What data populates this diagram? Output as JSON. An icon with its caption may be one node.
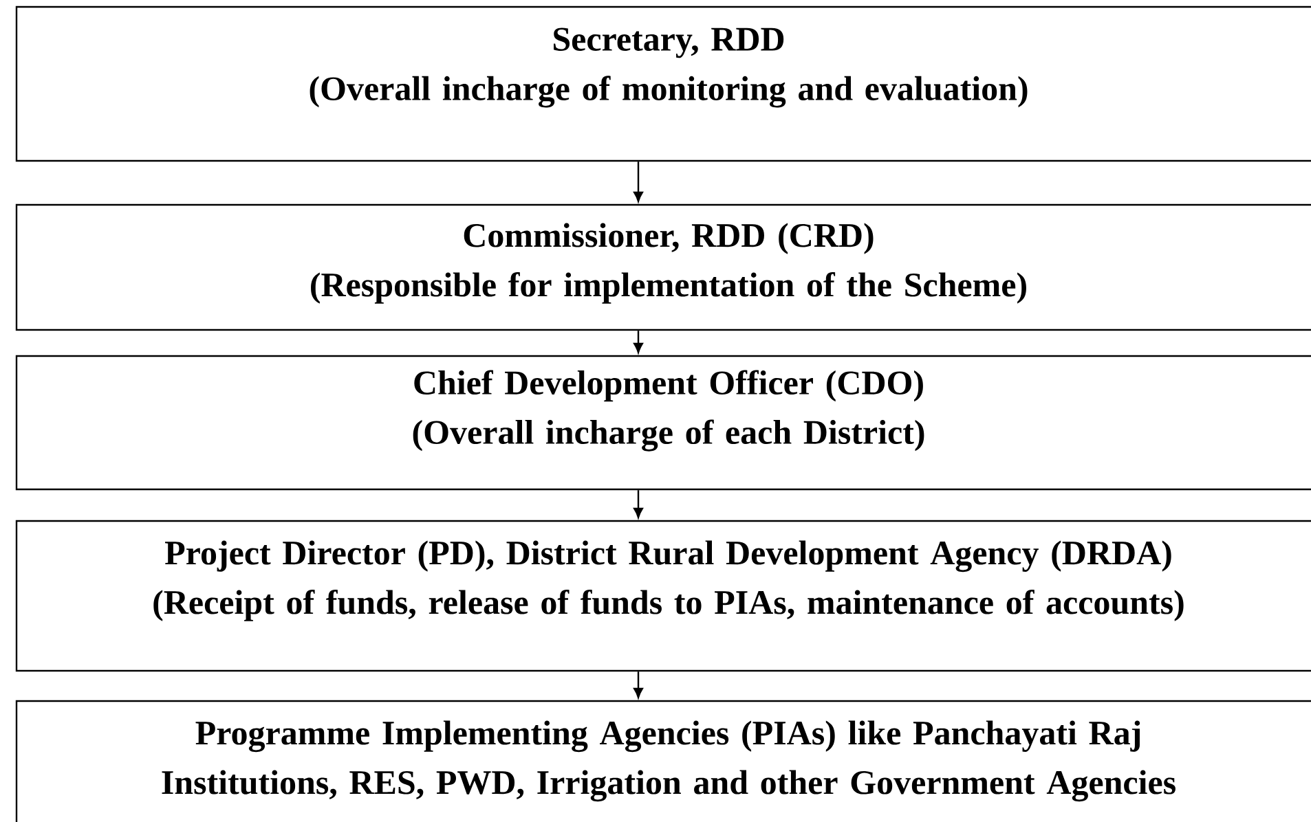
{
  "diagram": {
    "nodes": [
      {
        "text": [
          "Secretary, RDD",
          "(Overall incharge of monitoring and evaluation)"
        ]
      },
      {
        "text": [
          "Commissioner, RDD (CRD)",
          "(Responsible for implementation of the Scheme)"
        ]
      },
      {
        "text": [
          "Chief Development Officer (CDO)",
          "(Overall incharge of each District)"
        ]
      },
      {
        "text": [
          "Project Director (PD), District Rural Development Agency (DRDA)",
          "(Receipt of funds, release of funds to PIAs, maintenance of accounts)"
        ]
      },
      {
        "text": [
          "Programme Implementing Agencies (PIAs) like Panchayati Raj Institutions, RES, PWD, Irrigation and other Government Agencies"
        ]
      }
    ],
    "edges": [
      {
        "from": 0,
        "to": 1,
        "arrow": "to"
      },
      {
        "from": 1,
        "to": 2,
        "arrow": "to"
      },
      {
        "from": 2,
        "to": 3,
        "arrow": "to"
      },
      {
        "from": 3,
        "to": 4,
        "arrow": "to"
      }
    ]
  }
}
